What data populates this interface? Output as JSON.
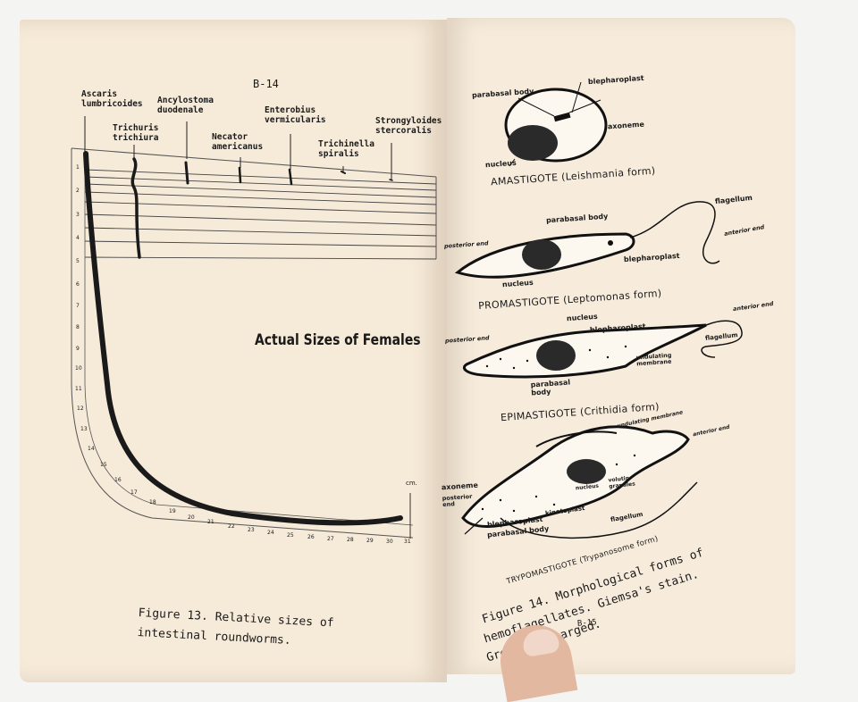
{
  "left_page": {
    "page_number": "B-14",
    "species": [
      "Ascaris\nlumbricoides",
      "Trichuris\ntrichiura",
      "Ancylostoma\nduodenale",
      "Necator\namericanus",
      "Enterobius\nvermicularis",
      "Trichinella\nspiralis",
      "Strongyloides\nstercoralis"
    ],
    "ruler_ticks": [
      "1",
      "2",
      "3",
      "4",
      "5",
      "6",
      "7",
      "8",
      "9",
      "10",
      "11",
      "12",
      "13",
      "14",
      "15",
      "16",
      "17",
      "18",
      "19",
      "20",
      "21",
      "22",
      "23",
      "24",
      "25",
      "26",
      "27",
      "28",
      "29",
      "30",
      "31"
    ],
    "ruler_unit": "cm.",
    "chart_title": "Actual Sizes of Females",
    "caption_line1": "Figure 13. Relative sizes of",
    "caption_line2": "intestinal roundworms."
  },
  "right_page": {
    "page_number": "B-15",
    "forms": [
      {
        "title": "AMASTIGOTE (Leishmania form)",
        "labels": [
          "parabasal body",
          "blepharoplast",
          "axoneme",
          "nucleus"
        ]
      },
      {
        "title": "PROMASTIGOTE (Leptomonas form)",
        "labels": [
          "parabasal body",
          "flagellum",
          "anterior end",
          "posterior end",
          "blepharoplast",
          "nucleus"
        ]
      },
      {
        "title": "EPIMASTIGOTE (Crithidia form)",
        "labels": [
          "anterior end",
          "nucleus",
          "blepharoplast",
          "posterior end",
          "flagellum",
          "undulating\nmembrane",
          "parabasal\nbody"
        ]
      },
      {
        "title": "TRYPOMASTIGOTE (Trypanosome form)",
        "labels": [
          "undulating membrane",
          "anterior end",
          "axoneme",
          "posterior\nend",
          "nucleus",
          "volutin\ngranules",
          "blepharoplast",
          "parabasal body",
          "kinetoplast",
          "flagellum"
        ]
      }
    ],
    "caption_line1": "Figure 14. Morphological forms of",
    "caption_line2": "hemoflagellates. Giemsa's stain.",
    "caption_line3": "Greatly enlarged."
  }
}
